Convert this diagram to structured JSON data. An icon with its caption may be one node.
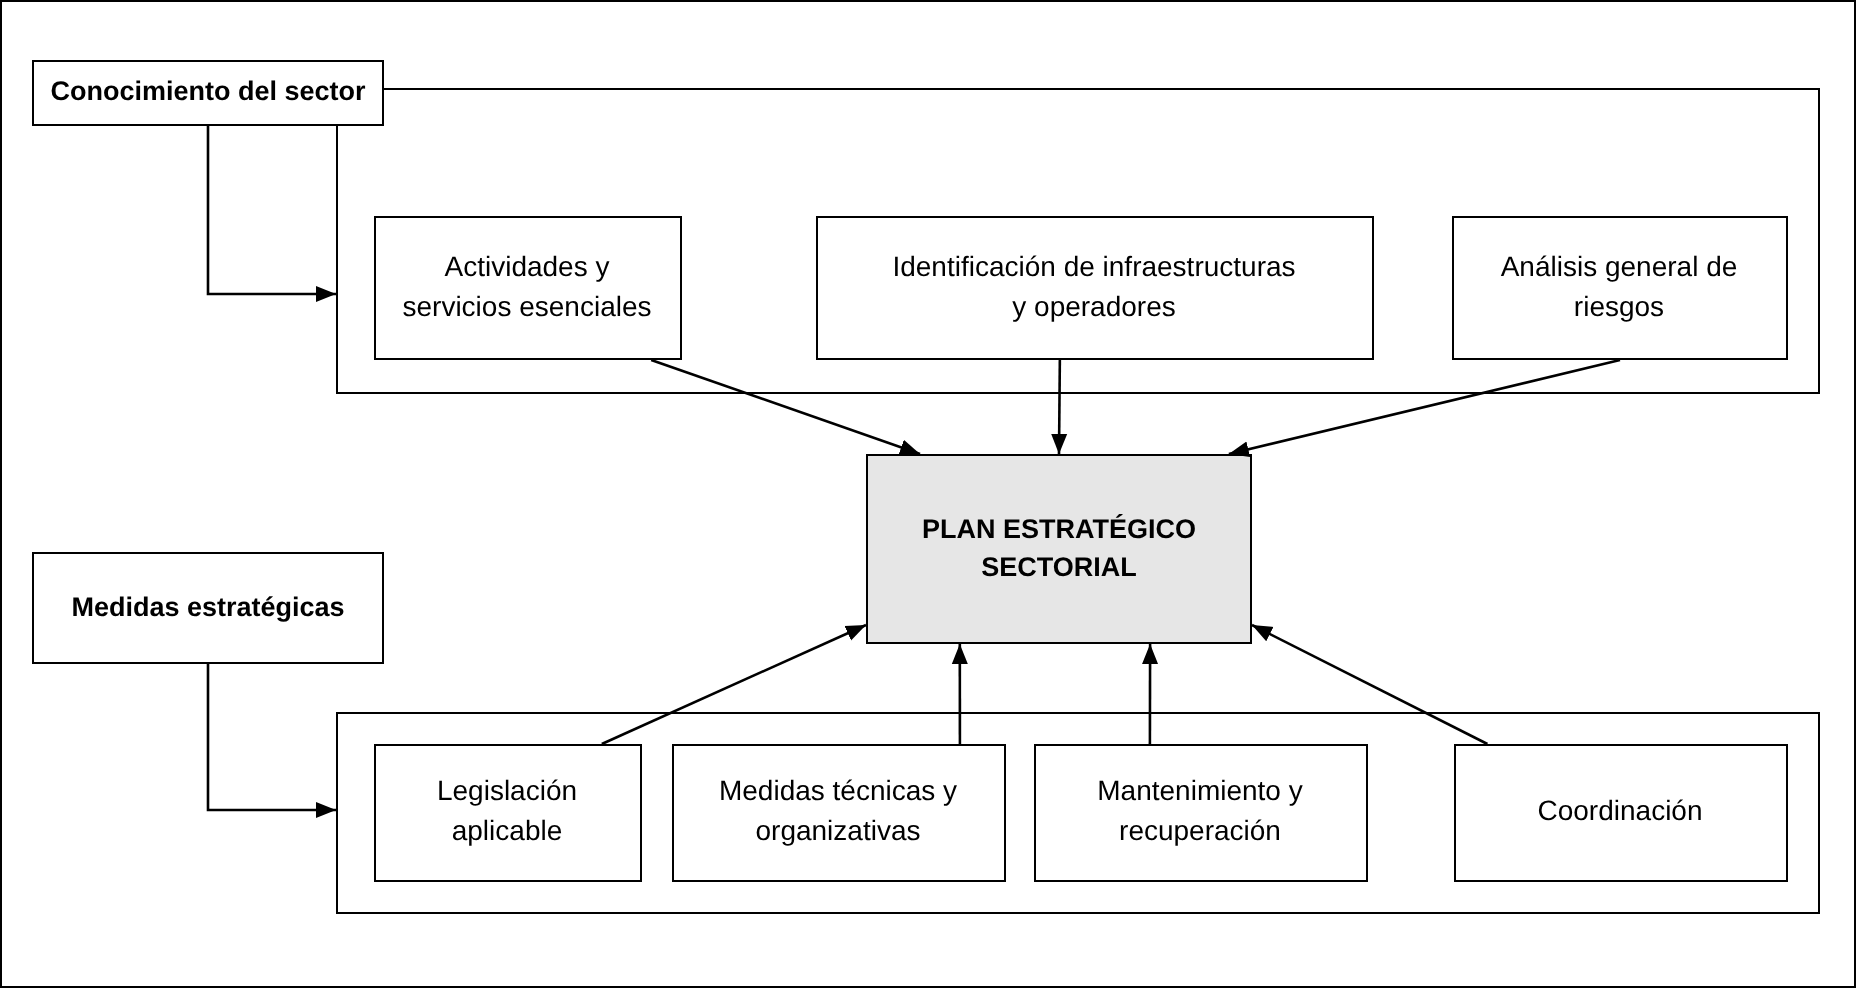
{
  "diagram": {
    "nodes": [
      {
        "text": [
          "Conocimiento del sector"
        ]
      },
      {
        "text": [],
        "shape": "box"
      },
      {
        "text": [
          "Actividades y servicios esenciales"
        ],
        "in": 1
      },
      {
        "text": [
          "Identificación de infraestructuras y operadores"
        ],
        "in": 1
      },
      {
        "text": [
          "Análisis general de riesgos"
        ],
        "in": 1
      },
      {
        "text": [
          "PLAN ESTRATÉGICO SECTORIAL"
        ]
      },
      {
        "text": [
          "Medidas estratégicas"
        ]
      },
      {
        "text": [],
        "shape": "box"
      },
      {
        "text": [
          "Legislación aplicable"
        ],
        "in": 7
      },
      {
        "text": [
          "Medidas técnicas y organizativas"
        ],
        "in": 7
      },
      {
        "text": [
          "Mantenimiento y recuperación"
        ],
        "in": 7
      },
      {
        "text": [
          "Coordinación"
        ],
        "in": 7
      }
    ],
    "edges": [
      {
        "from": 0,
        "to": 1,
        "arrow": "to"
      },
      {
        "from": 6,
        "to": 7,
        "arrow": "to"
      },
      {
        "from": 2,
        "to": 5,
        "arrow": "to"
      },
      {
        "from": 3,
        "to": 5,
        "arrow": "to"
      },
      {
        "from": 4,
        "to": 5,
        "arrow": "to"
      },
      {
        "from": 8,
        "to": 5,
        "arrow": "to"
      },
      {
        "from": 9,
        "to": 5,
        "arrow": "to"
      },
      {
        "from": 10,
        "to": 5,
        "arrow": "to"
      },
      {
        "from": 11,
        "to": 5,
        "arrow": "to"
      }
    ]
  }
}
